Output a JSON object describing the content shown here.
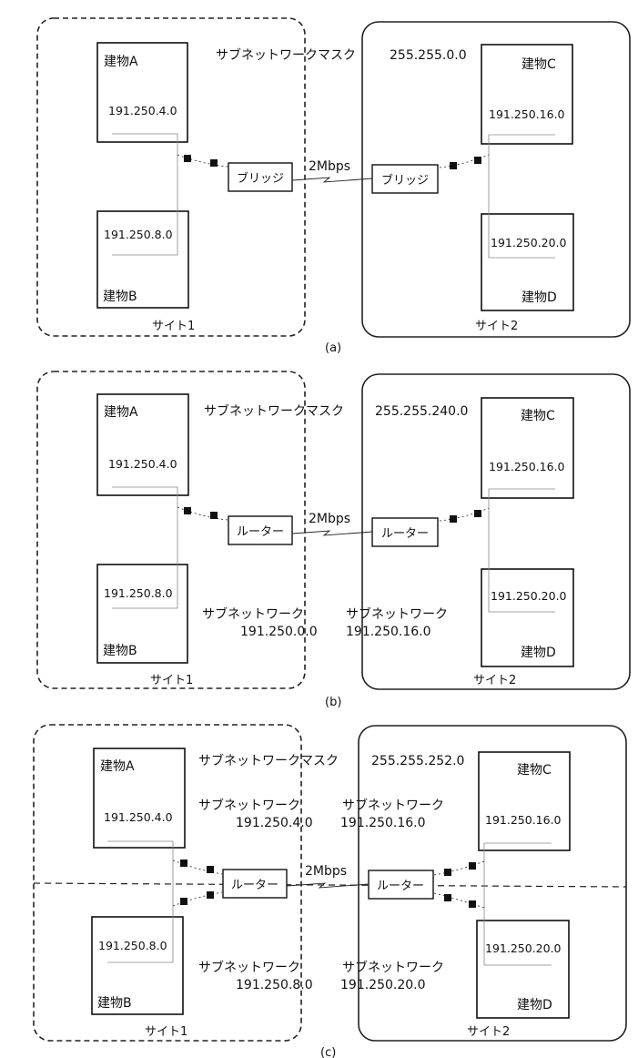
{
  "panels": {
    "a": {
      "caption": "(a)",
      "mask_label": "サブネットワークマスク",
      "mask_value": "255.255.0.0",
      "speed": "2Mbps",
      "device_left": "ブリッジ",
      "device_right": "ブリッジ",
      "site1": "サイト1",
      "site2": "サイト2",
      "bldA": "建物A",
      "bldB": "建物B",
      "bldC": "建物C",
      "bldD": "建物D",
      "ipA": "191.250.4.0",
      "ipB": "191.250.8.0",
      "ipC": "191.250.16.0",
      "ipD": "191.250.20.0"
    },
    "b": {
      "caption": "(b)",
      "mask_label": "サブネットワークマスク",
      "mask_value": "255.255.240.0",
      "speed": "2Mbps",
      "device_left": "ルーター",
      "device_right": "ルーター",
      "site1": "サイト1",
      "site2": "サイト2",
      "bldA": "建物A",
      "bldB": "建物B",
      "bldC": "建物C",
      "bldD": "建物D",
      "ipA": "191.250.4.0",
      "ipB": "191.250.8.0",
      "ipC": "191.250.16.0",
      "ipD": "191.250.20.0",
      "subnet_label": "サブネットワーク",
      "subnet_left": "191.250.0.0",
      "subnet_right": "191.250.16.0"
    },
    "c": {
      "caption": "(c)",
      "mask_label": "サブネットワークマスク",
      "mask_value": "255.255.252.0",
      "speed": "2Mbps",
      "device_left": "ルーター",
      "device_right": "ルーター",
      "site1": "サイト1",
      "site2": "サイト2",
      "bldA": "建物A",
      "bldB": "建物B",
      "bldC": "建物C",
      "bldD": "建物D",
      "ipA": "191.250.4.0",
      "ipB": "191.250.8.0",
      "ipC": "191.250.16.0",
      "ipD": "191.250.20.0",
      "subnet_label": "サブネットワーク",
      "subnet_top_left": "191.250.4.0",
      "subnet_top_right": "191.250.16.0",
      "subnet_bottom_left": "191.250.8.0",
      "subnet_bottom_right": "191.250.20.0"
    }
  }
}
